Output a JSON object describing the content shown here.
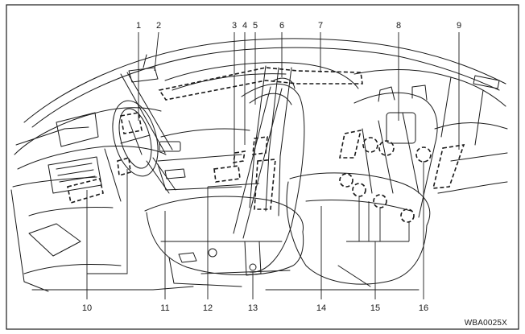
{
  "figure": {
    "callouts_top": [
      "1",
      "2",
      "3",
      "4",
      "5",
      "6",
      "7",
      "8",
      "9"
    ],
    "callouts_bottom": [
      "10",
      "11",
      "12",
      "13",
      "14",
      "15",
      "16"
    ],
    "figure_code": "WBA0025X"
  }
}
